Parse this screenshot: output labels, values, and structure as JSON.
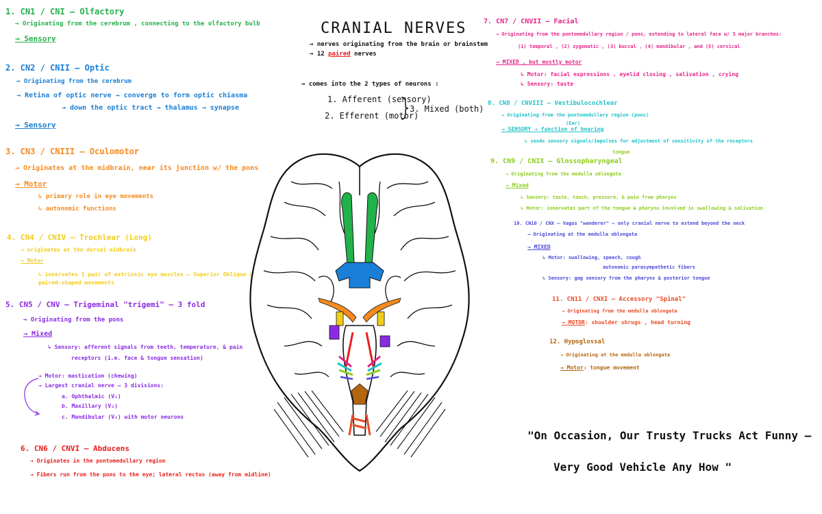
{
  "colors": {
    "olfactory": "#22b24a",
    "optic": "#1a7fd6",
    "oculomotor": "#f58a1f",
    "trochlear": "#f2cc19",
    "trigeminal": "#8a2be2",
    "abducens": "#e81c1c",
    "facial": "#e8218a",
    "vestibulocochlear": "#1ec2c9",
    "glossopharyngeal": "#8ccc1a",
    "vagus": "#4a4ad9",
    "accessory": "#e84a24",
    "hypoglossal": "#b3660d",
    "ink": "#111111"
  },
  "header": {
    "title": "CRANIAL NERVES",
    "line1": "→ nerves originating from the brain or brainstem",
    "line2_prefix": "→ 12 ",
    "line2_highlight": "paired",
    "line2_suffix": " nerves",
    "types_intro": "→ comes into the 2 types of neurons :",
    "type1": "1. Afferent (sensory)",
    "type2": "2. Efferent (motor)",
    "type3": "3. Mixed (both)"
  },
  "nerves": {
    "cn1": {
      "title": "1. CN1 / CNI – Olfactory",
      "l1": "→ Originating from the cerebrum , connecting to the olfactory bulb",
      "type": "→ Sensory"
    },
    "cn2": {
      "title": "2. CN2 / CNII – Optic",
      "l1": "→ Originating from the cerebrum",
      "l2": "→ Retina of optic nerve → converge to form optic chiasma",
      "l3": "→ down the optic tract → thalamus → synapse",
      "type": "→ Sensory"
    },
    "cn3": {
      "title": "3. CN3 / CNIII – Oculomotor",
      "l1": "→ Originates at the midbrain, near its junction w/ the pons",
      "type": "→ Motor",
      "s1": "↳ primary role in eye movements",
      "s2": "↳ autonomic functions"
    },
    "cn4": {
      "title": "4. CN4 / CNIV – Trochlear (Long)",
      "l1": "→ originates at the dorsal midbrain",
      "type": "→ Motor",
      "s1": "↳ innervates 1 pair of extrinsic eye muscles – Superior Oblique of",
      "s2": "paired-shaped movements"
    },
    "cn5": {
      "title": "5. CN5 / CNV – Trigeminal \"trigemi\" – 3 fold",
      "l1": "→ Originating from the pons",
      "type": "→ Mixed",
      "s1": "↳ Sensory: afferent signals from teeth, temperature, & pain",
      "s2": "receptors (i.e. face & tongue sensation)",
      "s3": "→ Motor: mastication (chewing)",
      "s4": "→ Largest cranial nerve – 3 divisions:",
      "s5": "a. Ophthalmic (V₁)",
      "s6": "b. Maxillary (V₂)",
      "s7": "c. Mandibular (V₃) with motor neurons"
    },
    "cn6": {
      "title": "6. CN6 / CNVI – Abducens",
      "l1": "→ Originates in the pontomedullary region",
      "l2": "→ Fibers run from the pons to the eye; lateral rectus (away from midline)"
    },
    "cn7": {
      "title": "7. CN7 / CNVII – Facial",
      "l1": "→ Originating from the pontomedullary region / pons, extending to lateral face w/ 5 major branches:",
      "l2": "(1) temporal , (2) zygomatic , (3) buccal , (4) mandibular , and (5) cervical",
      "type": "→ MIXED , but mostly motor",
      "s1": "↳ Motor: facial expressions , eyelid closing , salivation , crying",
      "s2": "↳ Sensory: taste"
    },
    "cn8": {
      "title": "8. CN8 / CNVIII – Vestibulocochlear",
      "l1": "→ Originating from the pontomedullary region (pons)",
      "note": "(Ear)",
      "type": "→ SENSORY → function of hearing",
      "s1": "↳ sends sensory signals/impulses for adjustment of sensitivity of the receptors"
    },
    "cn9": {
      "title": "9. CN9 / CNIX – Glossopharyngeal",
      "note": "tongue",
      "l1": "→ Originating from the medulla oblongata",
      "type": "→ Mixed",
      "s1": "↳ Sensory: taste, touch, pressure, & pain from pharynx",
      "s2": "↳ Motor: innervates part of the tongue & pharynx involved in swallowing & salivation"
    },
    "cn10": {
      "title": "10. CN10 / CNX – Vagus \"wanderer\" – only cranial nerve to extend beyond the neck",
      "l1": "→ Originating at the medulla oblongata",
      "type": "→ MIXED",
      "s1": "↳ Motor: swallowing, speech, cough",
      "s2": "autonomic parasympathetic fibers",
      "s3": "↳ Sensory: gag sensory from the pharynx & posterior tongue"
    },
    "cn11": {
      "title": "11. CN11 / CNXI – Accessory \"Spinal\"",
      "l1": "→ Originating from the medulla oblongata",
      "type": "→ MOTOR",
      "s1": ": shoulder shrugs , head turning"
    },
    "cn12": {
      "title": "12. Hypoglossal",
      "l1": "→ Originating at the medulla oblongata",
      "type": "→ Motor",
      "s1": ": tongue movement"
    }
  },
  "mnemonic": {
    "line1": "\"On Occasion, Our Trusty Trucks Act Funny –",
    "line2": "Very Good Vehicle Any How \""
  }
}
